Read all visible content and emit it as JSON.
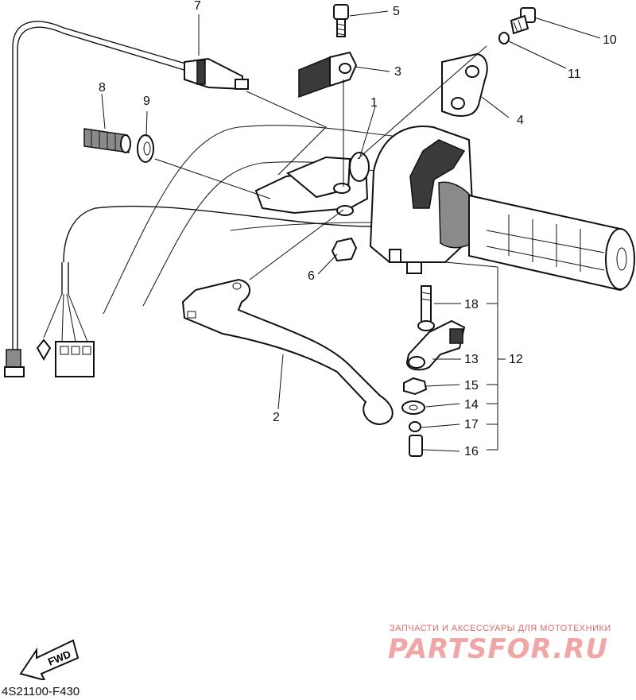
{
  "callouts": {
    "c1": "1",
    "c2": "2",
    "c3": "3",
    "c4": "4",
    "c5": "5",
    "c6": "6",
    "c7": "7",
    "c8": "8",
    "c9": "9",
    "c10": "10",
    "c11": "11",
    "c12": "12",
    "c13": "13",
    "c14": "14",
    "c15": "15",
    "c16": "16",
    "c17": "17",
    "c18": "18"
  },
  "fwd_label": "FWD",
  "diagram_code": "4S21100-F430",
  "watermark": {
    "tagline": "ЗАПЧАСТИ И АКСЕССУАРЫ ДЛЯ МОТОТЕХНИКИ",
    "logo": "PARTSFOR.RU"
  }
}
